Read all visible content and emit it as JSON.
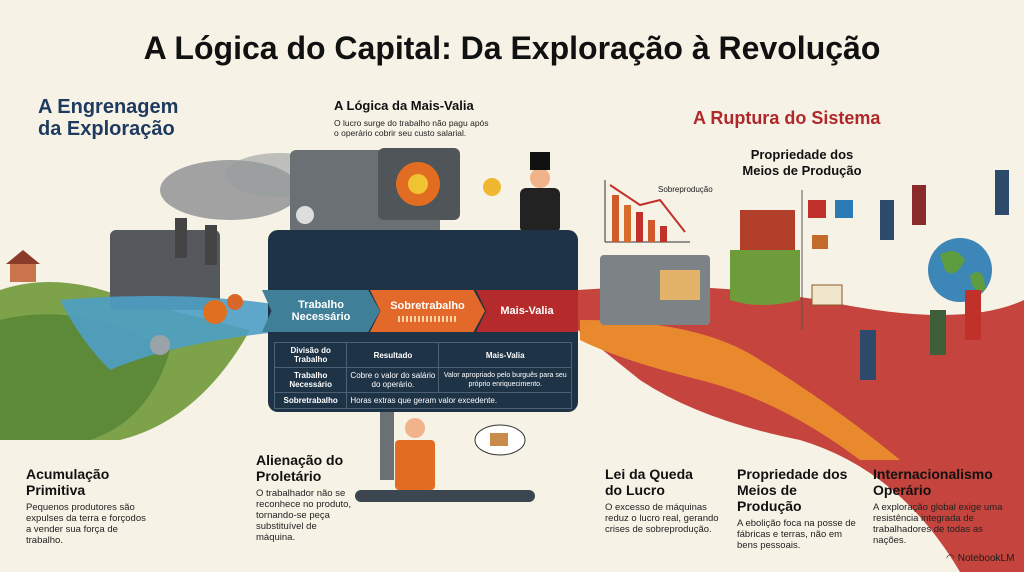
{
  "title": "A Lógica do Capital: Da Exploração à Revolução",
  "left_section": {
    "heading_line1": "A Engrenagem",
    "heading_line2": "da Exploração"
  },
  "mais_valia": {
    "heading": "A Lógica da Mais-Valia",
    "text_line1": "O lucro surge do trabalho não pagu após",
    "text_line2": "o operário cobrir seu custo salarial."
  },
  "right_section": {
    "heading": "A Ruptura do Sistema",
    "sub_line1": "Propriedade dos",
    "sub_line2": "Meios de Produção",
    "chart_label": "Sobreprodução"
  },
  "flow": {
    "stage1_line1": "Trabalho",
    "stage1_line2": "Necessário",
    "stage2": "Sobretrabalho",
    "stage3": "Mais-Valia"
  },
  "table": {
    "headers": [
      "Divisão do Trabalho",
      "Resultado",
      "Mais-Valia"
    ],
    "row1": {
      "c1_line1": "Trabalho",
      "c1_line2": "Necessário",
      "c2": "Cobre o valor do salário do operário.",
      "c3": "Valor apropriado pelo burguês para seu próprio enriquecimento."
    },
    "row2": {
      "c1": "Sobretrabalho",
      "c2": "Horas extras que geram valor excedente."
    }
  },
  "captions": [
    {
      "title_line1": "Acumulação",
      "title_line2": "Primitiva",
      "text": "Pequenos produtores são expulses da terra e forçodos a vender sua força de trabalho."
    },
    {
      "title_line1": "Alienação do",
      "title_line2": "Proletário",
      "text": "O trabalhador não se reconhece no produto, tornando-se peça substituível de máquina."
    },
    {
      "title_line1": "Lei da Queda",
      "title_line2": "do Lucro",
      "text": "O excesso de máquinas reduz o lucro real, gerando crises de sobreprodução."
    },
    {
      "title_line1": "Propriedade dos",
      "title_line2": "Meios de Produção",
      "text": "A ebolição foca na posse de fábricas e terras, não em bens pessoais."
    },
    {
      "title_line1": "Internacionalismo",
      "title_line2": "Operário",
      "text": "A exploração global exige uma resistência integrada de trabalhadores de todas as nações."
    }
  ],
  "footer": {
    "brand": "NotebookLM"
  },
  "colors": {
    "navy": "#1e3346",
    "teal": "#3f7f97",
    "orange": "#e3692a",
    "red": "#b52a2a",
    "heading_blue": "#1f3a5f"
  }
}
